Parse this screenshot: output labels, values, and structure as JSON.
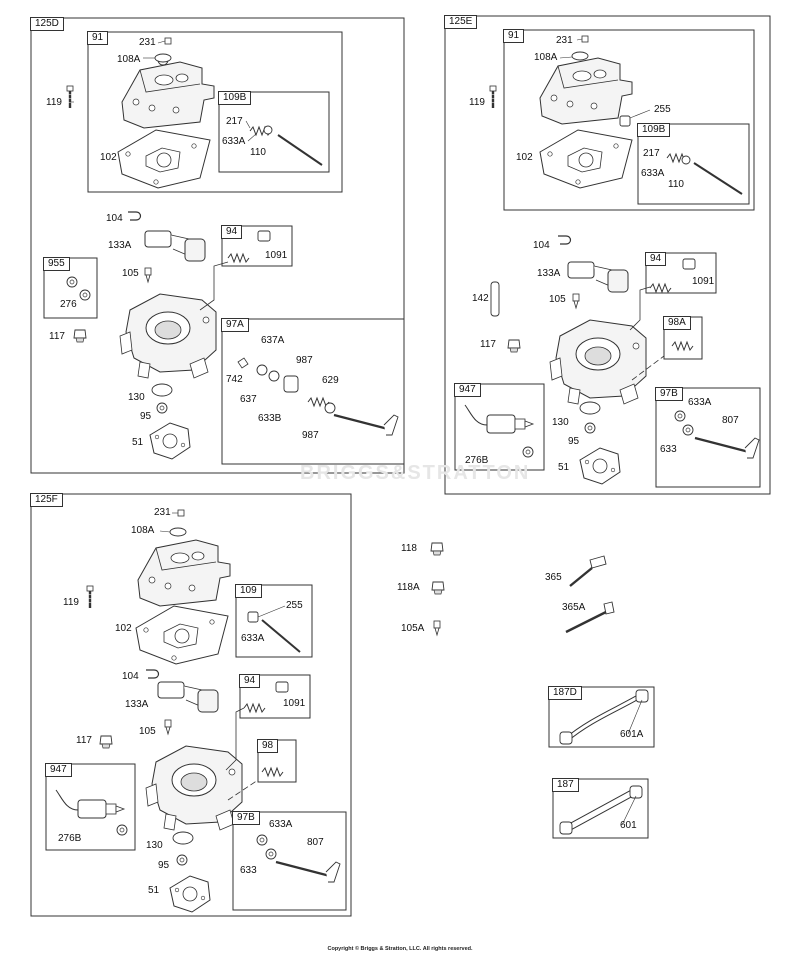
{
  "watermark": "BRIGGS&STRATTON",
  "copyright": "Copyright © Briggs & Stratton, LLC. All rights reserved.",
  "colors": {
    "line": "#333333",
    "part_fill": "#f2f2f2",
    "watermark": "#e6e6e6"
  },
  "assemblies": {
    "a125D": {
      "tag": "125D",
      "g91": {
        "tag": "91",
        "p231": "231",
        "p108A": "108A",
        "p102": "102"
      },
      "g109B": {
        "tag": "109B",
        "p217": "217",
        "p633A": "633A",
        "p110": "110"
      },
      "p119": "119",
      "p104": "104",
      "p133A": "133A",
      "p105": "105",
      "p117": "117",
      "p130": "130",
      "p95": "95",
      "p51": "51",
      "g955": {
        "tag": "955",
        "p276": "276"
      },
      "g94": {
        "tag": "94",
        "p1091": "1091"
      },
      "g97A": {
        "tag": "97A",
        "p637A": "637A",
        "p742": "742",
        "p987a": "987",
        "p629": "629",
        "p637": "637",
        "p633B": "633B",
        "p987b": "987"
      }
    },
    "a125E": {
      "tag": "125E",
      "g91": {
        "tag": "91",
        "p231": "231",
        "p108A": "108A",
        "p102": "102",
        "p255": "255"
      },
      "g109B": {
        "tag": "109B",
        "p217": "217",
        "p633A": "633A",
        "p110": "110"
      },
      "p119": "119",
      "p104": "104",
      "p133A": "133A",
      "p142": "142",
      "p105": "105",
      "p117": "117",
      "p130": "130",
      "p95": "95",
      "p51": "51",
      "g94": {
        "tag": "94",
        "p1091": "1091"
      },
      "g98A": {
        "tag": "98A"
      },
      "g947": {
        "tag": "947",
        "p276B": "276B"
      },
      "g97B": {
        "tag": "97B",
        "p633A": "633A",
        "p807": "807",
        "p633": "633"
      }
    },
    "a125F": {
      "tag": "125F",
      "p231": "231",
      "p108A": "108A",
      "p119": "119",
      "p102": "102",
      "g109": {
        "tag": "109",
        "p255": "255",
        "p633A": "633A"
      },
      "p104": "104",
      "p133A": "133A",
      "p105": "105",
      "p117": "117",
      "g94": {
        "tag": "94",
        "p1091": "1091"
      },
      "g98": {
        "tag": "98"
      },
      "g947": {
        "tag": "947",
        "p276B": "276B"
      },
      "p130": "130",
      "p95": "95",
      "p51": "51",
      "g97B": {
        "tag": "97B",
        "p633A": "633A",
        "p807": "807",
        "p633": "633"
      }
    }
  },
  "loose": {
    "p118": "118",
    "p118A": "118A",
    "p105A": "105A",
    "p365": "365",
    "p365A": "365A"
  },
  "g187D": {
    "tag": "187D",
    "p601A": "601A"
  },
  "g187": {
    "tag": "187",
    "p601": "601"
  }
}
